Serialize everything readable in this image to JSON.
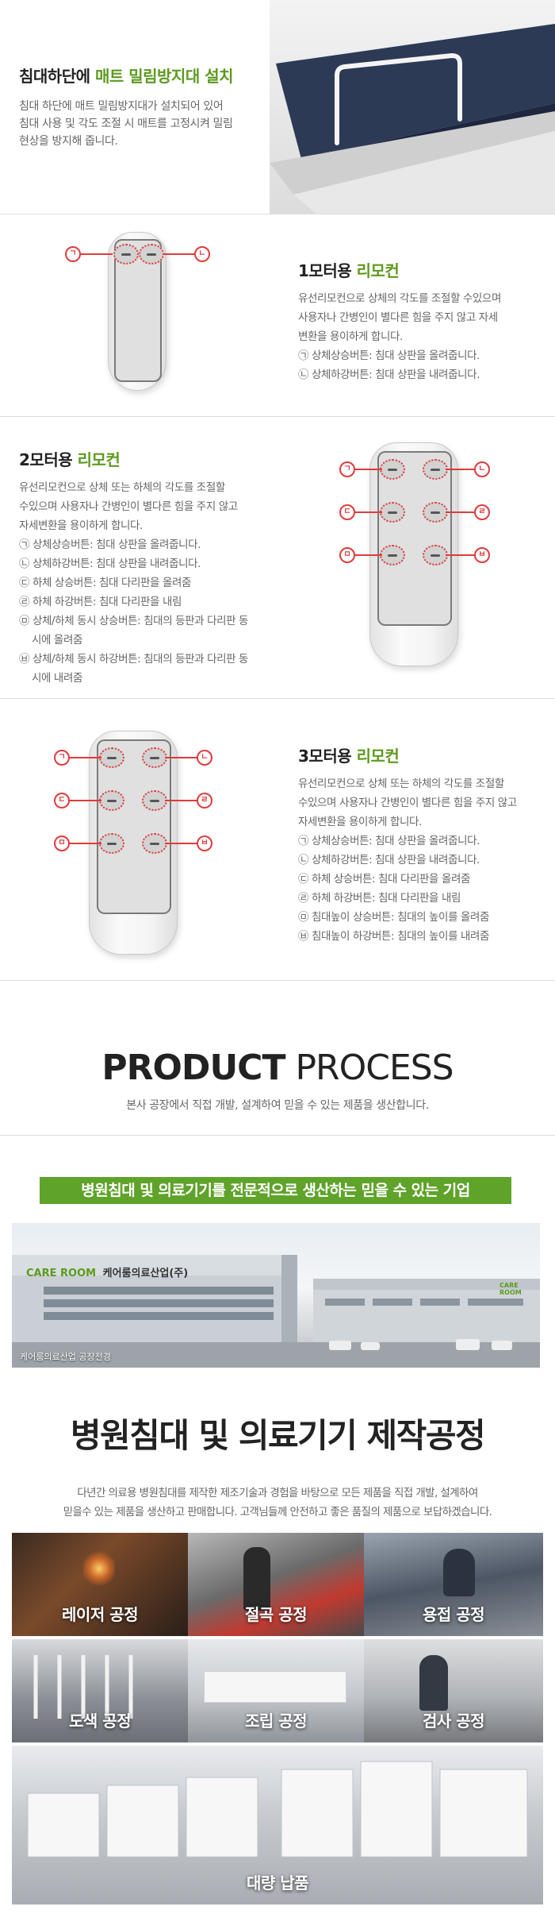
{
  "section1": {
    "heading_pre": "침대하단에 ",
    "heading_green": "매트 밀림방지대 설치",
    "lines": [
      "침대 하단에 매트 밀림방지대가 설치되어 있어",
      "침대 사용 및 각도 조절 시 매트를 고정시켜 밀림",
      "현상을 방지해 줍니다."
    ]
  },
  "remote1": {
    "heading_pre": "1모터용 ",
    "heading_green": "리모컨",
    "lines": [
      "유선리모컨으로 상체의 각도를 조절할 수있으며",
      "사용자나 간병인이 별다른 힘을 주지 않고 자세",
      "변환을 용이하게 합니다."
    ],
    "items": [
      "㉠ 상체상승버튼: 침대 상판을 올려줍니다.",
      "㉡ 상체하강버튼: 침대 상판을 내려줍니다."
    ],
    "labels": [
      "ㄱ",
      "ㄴ"
    ]
  },
  "remote2": {
    "heading_pre": "2모터용 ",
    "heading_green": "리모컨",
    "lines": [
      "유선리모컨으로 상체 또는 하체의 각도를 조절할",
      "수있으며 사용자나 간병인이 별다른 힘을 주지 않고",
      "자세변환을 용이하게 합니다."
    ],
    "items": [
      "㉠ 상체상승버튼: 침대 상판을 올려줍니다.",
      "㉡ 상체하강버튼: 침대 상판을 내려줍니다.",
      "㉢ 하체 상승버튼: 침대 다리판을 올려줌",
      "㉣ 하체 하강버튼: 침대 다리판을 내림",
      "㉤ 상체/하체 동시 상승버튼: 침대의 등판과 다리판 동시에 올려줌",
      "㉥ 상체/하체 동시 하강버튼: 침대의 등판과 다리판 동시에 내려줌"
    ],
    "labels": [
      "ㄱ",
      "ㄴ",
      "ㄷ",
      "ㄹ",
      "ㅁ",
      "ㅂ"
    ]
  },
  "remote3": {
    "heading_pre": "3모터용 ",
    "heading_green": "리모컨",
    "lines": [
      "유선리모컨으로 상체 또는 하체의 각도를 조절할",
      "수있으며 사용자나 간병인이 별다른 힘을 주지 않고",
      "자세변환을 용이하게 합니다."
    ],
    "items": [
      "㉠ 상체상승버튼: 침대 상판을 올려줍니다.",
      "㉡ 상체하강버튼: 침대 상판을 내려줍니다.",
      "㉢ 하체 상승버튼: 침대 다리판을 올려줌",
      "㉣ 하체 하강버튼: 침대 다리판을 내림",
      "㉤ 침대높이 상승버튼: 침대의 높이를 올려줌",
      "㉥ 침대높이 하강버튼: 침대의 높이를 내려줌"
    ],
    "labels": [
      "ㄱ",
      "ㄴ",
      "ㄷ",
      "ㄹ",
      "ㅁ",
      "ㅂ"
    ]
  },
  "process": {
    "title_bold": "PRODUCT",
    "title_light": "PROCESS",
    "subtitle": "본사 공장에서 직접 개발, 설계하여 믿을 수 있는 제품을 생산합니다."
  },
  "factory": {
    "banner": "병원침대 및 의료기기를 전문적으로 생산하는 믿을 수 있는 기업",
    "sign_logo": "CARE ROOM",
    "sign_text": "케어룸의료산업(주)",
    "sign_small": "CARE ROOM",
    "photo_caption": "케어룸의료산업 공장전경",
    "heading": "병원침대 및 의료기기 제작공정",
    "lines": [
      "다년간 의료용 병원침대를 제작한 제조기술과 경험을 바탕으로 모든 제품을 직접 개발, 설계하여",
      "믿을수 있는 제품을 생산하고 판매합니다. 고객님들께 안전하고 좋은 품질의 제품으로 보답하겠습니다."
    ]
  },
  "steps": [
    "레이저 공정",
    "절곡 공정",
    "용접 공정",
    "도색 공정",
    "조립 공정",
    "검사 공정",
    "대량 납품"
  ],
  "colors": {
    "accent_green": "#5d9a1f",
    "banner_green": "#5fa32a",
    "marker_red": "#e03b3b"
  }
}
